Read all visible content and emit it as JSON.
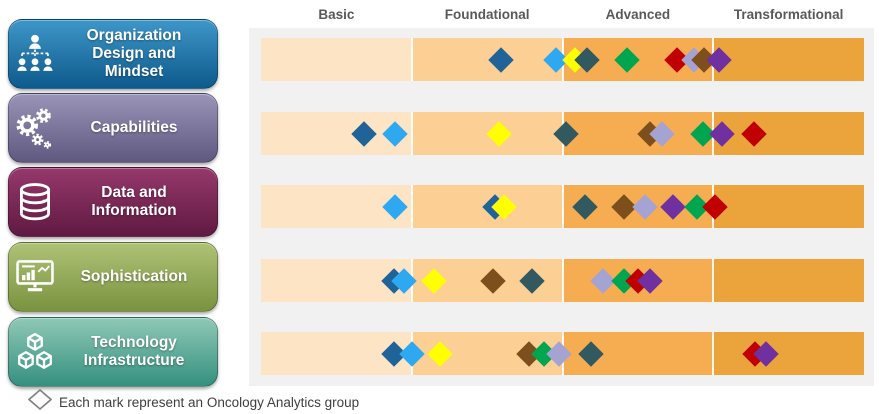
{
  "columns": [
    "Basic",
    "Foundational",
    "Advanced",
    "Transformational"
  ],
  "legend": {
    "text": "Each mark represent an Oncology Analytics group"
  },
  "sidebar": {
    "items": [
      {
        "label": "Organization Design and Mindset",
        "icon": "org-chart-icon",
        "color_top": "#3E96C8",
        "color_bottom": "#0E5A8C"
      },
      {
        "label": "Capabilities",
        "icon": "gears-icon",
        "color_top": "#9A94B8",
        "color_bottom": "#5F5880"
      },
      {
        "label": "Data and Information",
        "icon": "database-icon",
        "color_top": "#96386C",
        "color_bottom": "#5F1A41"
      },
      {
        "label": "Sophistication",
        "icon": "monitor-chart-icon",
        "color_top": "#AEC276",
        "color_bottom": "#7A9340"
      },
      {
        "label": "Technology Infrastructure",
        "icon": "cubes-icon",
        "color_top": "#8FC8B6",
        "color_bottom": "#35907F"
      }
    ]
  },
  "bar_colors": [
    "#FCE4C4",
    "#FCD094",
    "#F6AD52",
    "#EBA33C"
  ],
  "plot_background": "#F1F1F2",
  "header_text_color": "#58595B",
  "chart_data": {
    "type": "scatter",
    "title": "",
    "note": "Each mark represent an Oncology Analytics group",
    "x_axis": {
      "stage_labels": [
        "Basic",
        "Foundational",
        "Advanced",
        "Transformational"
      ],
      "range": [
        0,
        4
      ],
      "grid": false
    },
    "legend_position": "bottom-left",
    "groups": {
      "dark-blue": "#1F6398",
      "light-blue": "#2EA9F1",
      "yellow": "#FFFF00",
      "dark-teal": "#31595F",
      "green": "#00A550",
      "dark-red": "#C00000",
      "lavender": "#A5A3D1",
      "brown": "#7C4F1D",
      "purple": "#7030A0"
    },
    "rows": [
      {
        "category": "Organization Design and Mindset",
        "marks": [
          [
            "dark-blue",
            1.59
          ],
          [
            "light-blue",
            1.96
          ],
          [
            "yellow",
            2.08
          ],
          [
            "dark-teal",
            2.16
          ],
          [
            "green",
            2.43
          ],
          [
            "dark-red",
            2.76
          ],
          [
            "lavender",
            2.87
          ],
          [
            "brown",
            2.94
          ],
          [
            "purple",
            3.04
          ]
        ]
      },
      {
        "category": "Capabilities",
        "marks": [
          [
            "dark-blue",
            0.68
          ],
          [
            "light-blue",
            0.89
          ],
          [
            "yellow",
            1.58
          ],
          [
            "dark-teal",
            2.02
          ],
          [
            "brown",
            2.58
          ],
          [
            "lavender",
            2.66
          ],
          [
            "green",
            2.93
          ],
          [
            "purple",
            3.06
          ],
          [
            "dark-red",
            3.27
          ]
        ]
      },
      {
        "category": "Data and Information",
        "marks": [
          [
            "light-blue",
            0.89
          ],
          [
            "dark-blue",
            1.55
          ],
          [
            "yellow",
            1.61
          ],
          [
            "dark-teal",
            2.15
          ],
          [
            "brown",
            2.41
          ],
          [
            "lavender",
            2.55
          ],
          [
            "purple",
            2.73
          ],
          [
            "green",
            2.89
          ],
          [
            "dark-red",
            3.01
          ]
        ]
      },
      {
        "category": "Sophistication",
        "marks": [
          [
            "dark-blue",
            0.88
          ],
          [
            "light-blue",
            0.95
          ],
          [
            "yellow",
            1.15
          ],
          [
            "brown",
            1.54
          ],
          [
            "dark-teal",
            1.8
          ],
          [
            "lavender",
            2.27
          ],
          [
            "green",
            2.41
          ],
          [
            "dark-red",
            2.5
          ],
          [
            "purple",
            2.58
          ]
        ]
      },
      {
        "category": "Technology Infrastructure",
        "marks": [
          [
            "dark-blue",
            0.88
          ],
          [
            "light-blue",
            1.0
          ],
          [
            "yellow",
            1.19
          ],
          [
            "brown",
            1.78
          ],
          [
            "green",
            1.88
          ],
          [
            "lavender",
            1.98
          ],
          [
            "dark-teal",
            2.19
          ],
          [
            "dark-red",
            3.28
          ],
          [
            "purple",
            3.35
          ]
        ]
      }
    ]
  }
}
